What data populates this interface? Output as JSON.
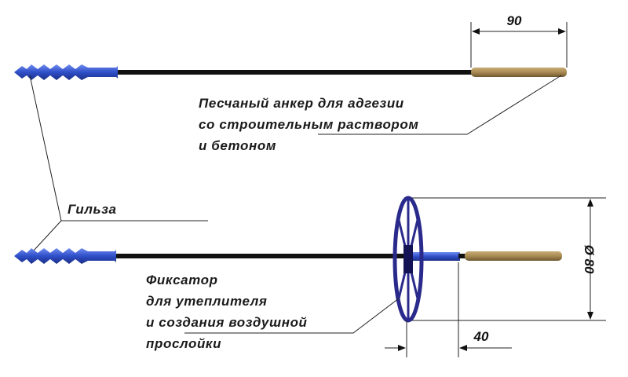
{
  "top_anchor": {
    "dimension_label": "90",
    "callout_lines": [
      "Песчаный анкер для адгезии",
      "со строительным раствором",
      "и бетоном"
    ]
  },
  "sleeve_label": "Гильза",
  "bottom_anchor": {
    "diameter_label": "Ø 80",
    "offset_label": "40",
    "callout_lines": [
      "Фиксатор",
      "для утеплителя",
      "и создания воздушной",
      "прослойки"
    ]
  },
  "colors": {
    "sleeve_blue": "#2f4fc8",
    "rod_black": "#111111",
    "sand_tip": "#a98a52",
    "washer_navy": "#2a2a8c"
  }
}
